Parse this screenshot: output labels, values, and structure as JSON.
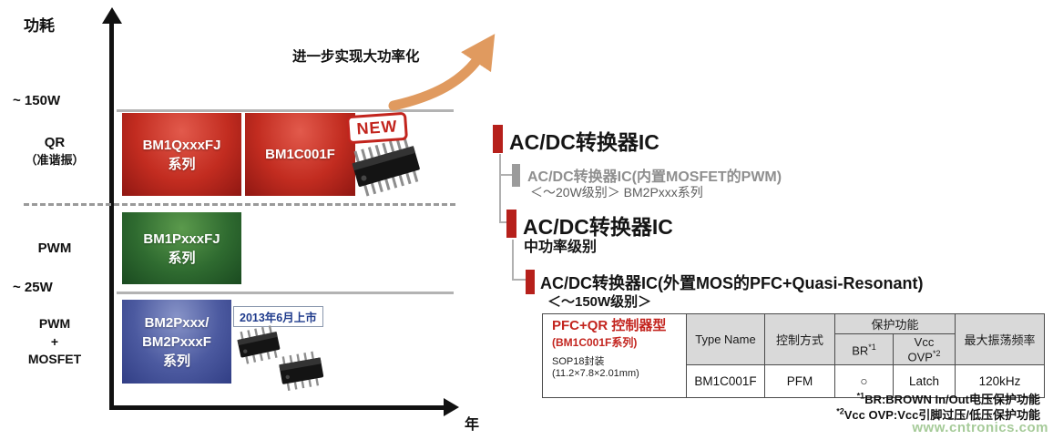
{
  "watermark": "www.cntronics.com",
  "chart": {
    "y_axis_label": "功耗",
    "x_axis_label": "年",
    "tick_150w": "~ 150W",
    "tick_25w": "~ 25W",
    "row_qr_line1": "QR",
    "row_qr_line2": "（准谐振）",
    "row_pwm": "PWM",
    "row_pm_line1": "PWM",
    "row_pm_line2": "+",
    "row_pm_line3": "MOSFET",
    "arrow_text": "进一步实现大功率化",
    "new_badge": "NEW",
    "launch_note": "2013年6月上市",
    "blocks": {
      "bm1q": {
        "line1": "BM1QxxxFJ",
        "line2": "系列"
      },
      "bm1c": {
        "line1": "BM1C001F"
      },
      "bm1p": {
        "line1": "BM1PxxxFJ",
        "line2": "系列"
      },
      "bm2p": {
        "line1": "BM2Pxxx/",
        "line2": "BM2PxxxF",
        "line3": "系列"
      }
    }
  },
  "hierarchy": {
    "item1_title": "AC/DC转换器IC",
    "item2_title": "AC/DC转换器IC(内置MOSFET的PWM)",
    "item2_sub": "＜～20W级别＞ BM2Pxxx系列",
    "item3_title": "AC/DC转换器IC",
    "item3_sub": "中功率级别",
    "item4_title": "AC/DC转换器IC(外置MOS的PFC+Quasi-Resonant)",
    "item4_sub": "＜～150W级别＞"
  },
  "table": {
    "product_title": "PFC+QR 控制器型",
    "product_series": "(BM1C001F系列)",
    "product_package": "SOP18封装",
    "product_dim": "(11.2×7.8×2.01mm)",
    "h_type": "Type Name",
    "h_control": "控制方式",
    "h_protection": "保护功能",
    "h_br_base": "BR",
    "h_br_sup": "*1",
    "h_vcc_base": "Vcc OVP",
    "h_vcc_sup": "*2",
    "h_freq": "最大振荡频率",
    "r_type": "BM1C001F",
    "r_control": "PFM",
    "r_br": "○",
    "r_vcc": "Latch",
    "r_freq": "120kHz",
    "fn1_sup": "*1",
    "fn1_text": "BR:BROWN In/Out电压保护功能",
    "fn2_sup": "*2",
    "fn2_text": "Vcc OVP:Vcc引脚过压/低压保护功能"
  },
  "colors": {
    "accent_red": "#b6201b",
    "block_red": "#c22c20",
    "block_green": "#2f6b30",
    "block_blue": "#4c5aa0",
    "arrow_orange": "#e09a5f",
    "watermark_green": "#a6cb99"
  }
}
